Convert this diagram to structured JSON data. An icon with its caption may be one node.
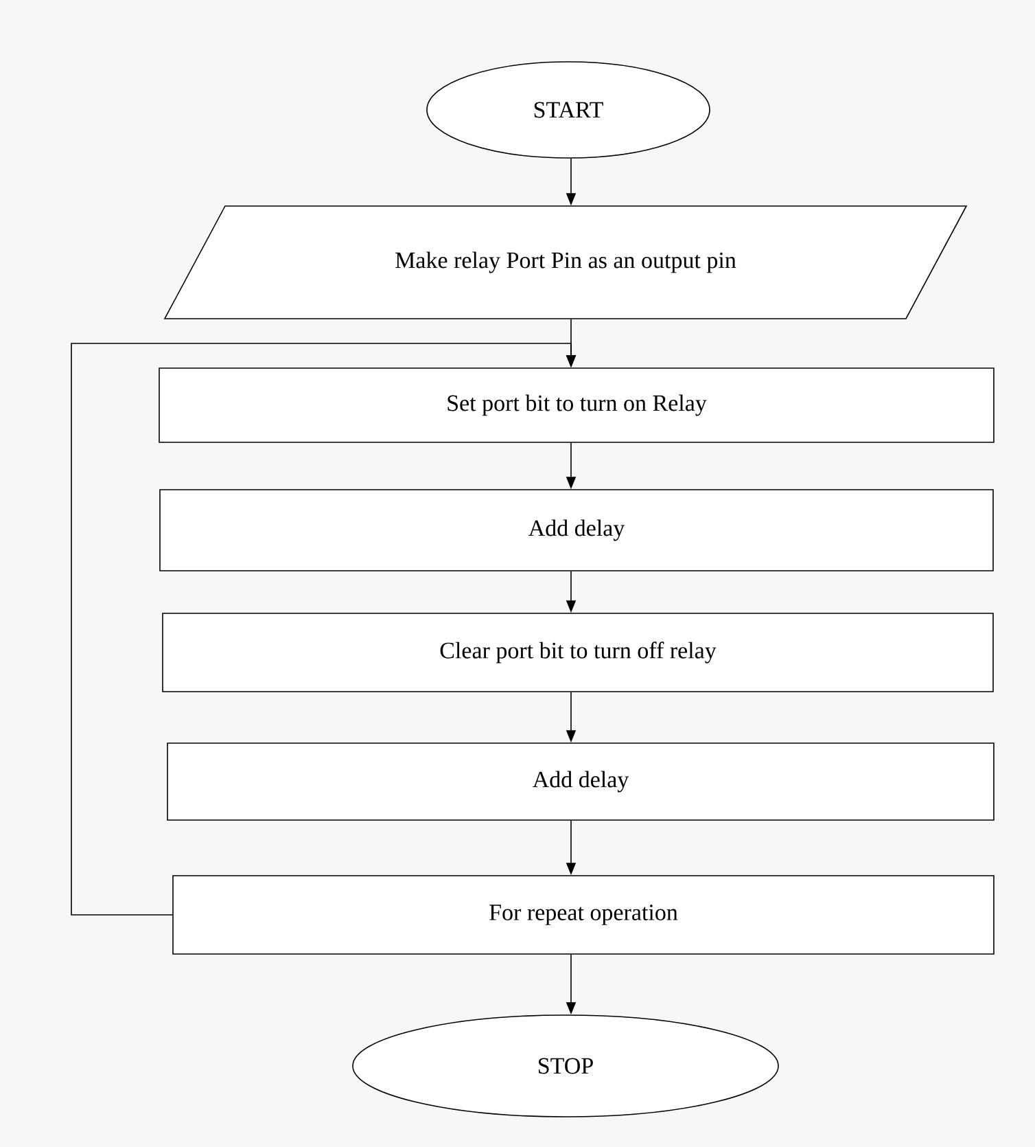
{
  "diagram": {
    "nodes": [
      {
        "text": [
          "START"
        ]
      },
      {
        "text": [
          "Make relay Port Pin as an output pin"
        ]
      },
      {
        "text": [
          "Set port bit to turn on Relay"
        ]
      },
      {
        "text": [
          "Add delay"
        ]
      },
      {
        "text": [
          "Clear port bit to turn off relay"
        ]
      },
      {
        "text": [
          "Add delay"
        ]
      },
      {
        "text": [
          "For repeat operation"
        ]
      },
      {
        "text": [
          "STOP"
        ]
      }
    ],
    "edges": [
      {
        "from": 0,
        "to": 1,
        "arrow": "to"
      },
      {
        "from": 1,
        "to": 2,
        "arrow": "to"
      },
      {
        "from": 2,
        "to": 3,
        "arrow": "to"
      },
      {
        "from": 3,
        "to": 4,
        "arrow": "to"
      },
      {
        "from": 4,
        "to": 5,
        "arrow": "to"
      },
      {
        "from": 5,
        "to": 6,
        "arrow": "to"
      },
      {
        "from": 6,
        "to": 2,
        "arrow": "to"
      },
      {
        "from": 6,
        "to": 7,
        "arrow": "to"
      }
    ]
  }
}
